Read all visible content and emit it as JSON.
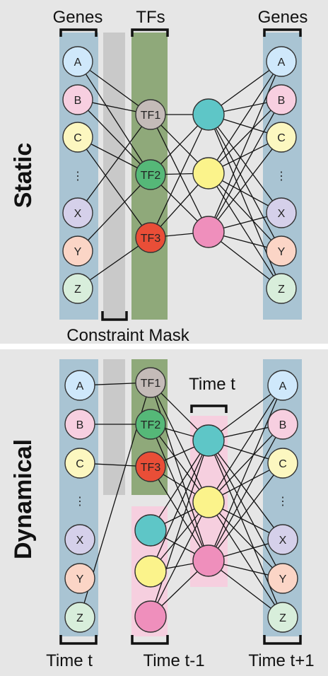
{
  "static_panel": {
    "side_label": "Static",
    "headers": {
      "genes_left": "Genes",
      "tfs": "TFs",
      "genes_right": "Genes"
    },
    "mask_label": "Constraint Mask"
  },
  "dynamic_panel": {
    "side_label": "Dynamical",
    "time_t_top": "Time t",
    "bottom_labels": {
      "left": "Time t",
      "mid": "Time t-1",
      "right": "Time t+1"
    }
  },
  "genes": [
    "A",
    "B",
    "C",
    "⋮",
    "X",
    "Y",
    "Z"
  ],
  "tfs": [
    "TF1",
    "TF2",
    "TF3"
  ],
  "colors": {
    "panel_bg": "#e6e6e6",
    "gene_column": "#a9c4d3",
    "mask_column": "#c9c9c9",
    "tf_column": "#8fa97a",
    "time_column": "#f6cfdf",
    "gene_fill": [
      "#cfe8fb",
      "#f7cfe0",
      "#fcf7c0",
      "#e6e6e6",
      "#d5d0ea",
      "#fbd5c6",
      "#d8eedb"
    ],
    "tf_fill": [
      "#c4bbb8",
      "#55b878",
      "#e94e37"
    ],
    "hidden_fill": [
      "#5ec6c7",
      "#fbf38b",
      "#ef8fbc"
    ]
  }
}
